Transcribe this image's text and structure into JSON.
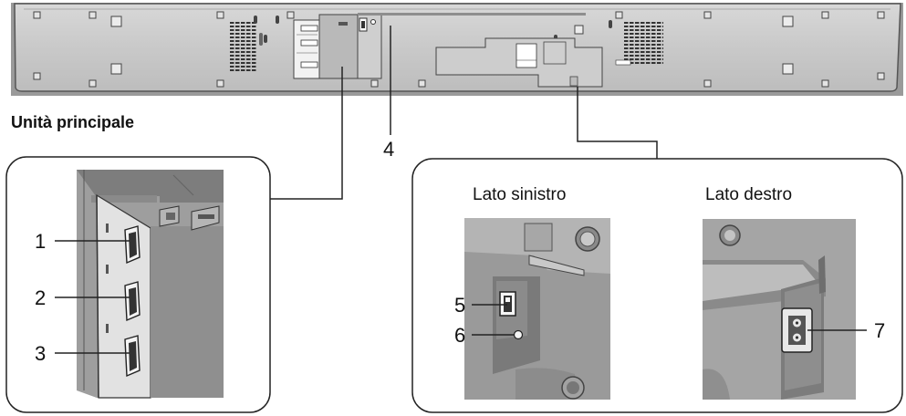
{
  "main_unit_label": "Unità principale",
  "left_side_label": "Lato sinistro",
  "right_side_label": "Lato destro",
  "callouts": [
    "1",
    "2",
    "3",
    "4",
    "5",
    "6",
    "7"
  ]
}
